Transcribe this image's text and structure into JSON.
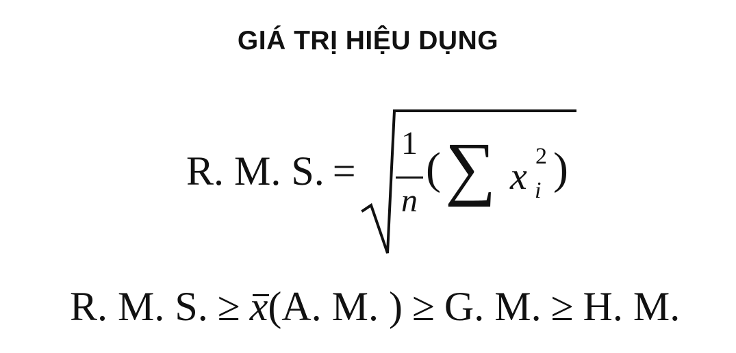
{
  "title": "GIÁ TRỊ HIỆU DỤNG",
  "equation_rms": {
    "lhs": "R. M. S.",
    "equals": "=",
    "fraction_numerator": "1",
    "fraction_denominator": "n",
    "open_paren": "(",
    "sum_symbol": "∑",
    "variable": "x",
    "superscript": "2",
    "subscript": "i",
    "close_paren": ")"
  },
  "inequality": {
    "rms": "R. M. S.",
    "geq_1": "≥",
    "mean_var": "x",
    "am": "(A. M. )",
    "geq_2": "≥",
    "gm": "G. M.",
    "geq_3": "≥",
    "hm": "H. M."
  }
}
